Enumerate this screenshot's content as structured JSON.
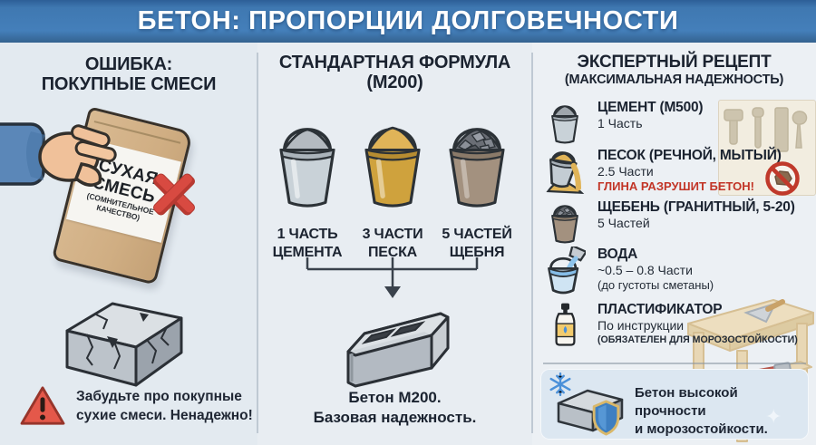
{
  "header": {
    "title": "БЕТОН: ПРОПОРЦИИ ДОЛГОВЕЧНОСТИ"
  },
  "columns": {
    "mistake": {
      "title_line1": "ОШИБКА:",
      "title_line2": "ПОКУПНЫЕ СМЕСИ",
      "bag": {
        "label_line1": "СУХАЯ",
        "label_line2": "СМЕСЬ",
        "sub_line1": "(СОМНИТЕЛЬНОЕ",
        "sub_line2": "КАЧЕСТВО)"
      },
      "warning_line1": "Забудьте про покупные",
      "warning_line2": "сухие смеси. Ненадежно!"
    },
    "standard": {
      "title_line1": "СТАНДАРТНАЯ ФОРМУЛА",
      "title_line2": "(М200)",
      "buckets": [
        {
          "material": "cement",
          "label_line1": "1 ЧАСТЬ",
          "label_line2": "ЦЕМЕНТА"
        },
        {
          "material": "sand",
          "label_line1": "3 ЧАСТИ",
          "label_line2": "ПЕСКА"
        },
        {
          "material": "gravel",
          "label_line1": "5 ЧАСТЕЙ",
          "label_line2": "ЩЕБНЯ"
        }
      ],
      "result_line1": "Бетон М200.",
      "result_line2": "Базовая надежность."
    },
    "expert": {
      "title_line1": "ЭКСПЕРТНЫЙ РЕЦЕПТ",
      "title_line2": "(МАКСИМАЛЬНАЯ НАДЕЖНОСТЬ)",
      "ingredients": [
        {
          "name": "ЦЕМЕНТ (М500)",
          "amount": "1 Часть"
        },
        {
          "name": "ПЕСОК (РЕЧНОЙ, МЫТЫЙ)",
          "amount": "2.5 Части",
          "warning": "ГЛИНА РАЗРУШИТ БЕТОН!"
        },
        {
          "name": "ЩЕБЕНЬ (ГРАНИТНЫЙ, 5-20)",
          "amount": "5 Частей"
        },
        {
          "name": "ВОДА",
          "amount": "~0.5 – 0.8 Части",
          "note": "(до густоты сметаны)"
        },
        {
          "name": "ПЛАСТИФИКАТОР",
          "amount": "По инструкции",
          "note": "(ОБЯЗАТЕЛЕН ДЛЯ МОРОЗОСТОЙКОСТИ)"
        }
      ],
      "result_line1": "Бетон высокой прочности",
      "result_line2": "и морозостойкости."
    }
  },
  "icons": {
    "cross": "✕",
    "warning_triangle": "⚠",
    "prohibition_clay": "🚫",
    "snowflake": "❄",
    "shield": "🛡",
    "sparkle": "✦"
  },
  "colors": {
    "header_bg": "#447fba",
    "header_text": "#ffffff",
    "page_bg": "#e8edf2",
    "text_dark": "#1b2330",
    "danger_red": "#c23527",
    "cross_red": "#d84a41",
    "cement_grey": "#c9d2d8",
    "sand_yellow": "#d2a63f",
    "gravel_brown": "#a3917f",
    "water_blue": "#aed3ef",
    "panel_blue": "#dce7f1",
    "shield_blue": "#3e7fc1"
  }
}
